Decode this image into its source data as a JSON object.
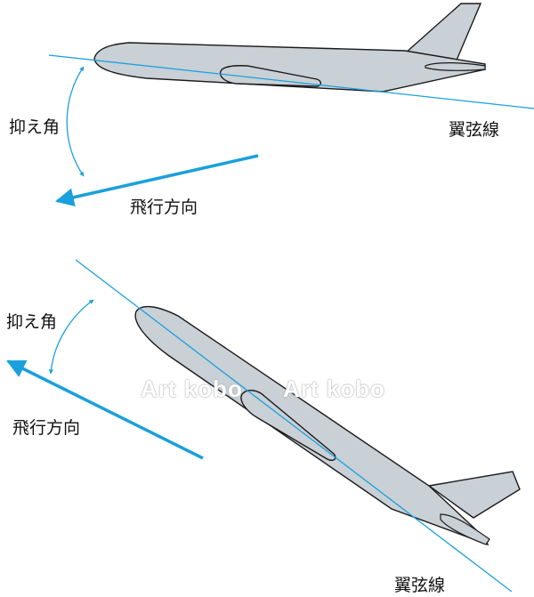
{
  "colors": {
    "line": "#1aa0dc",
    "fuselage": "#c9d0d6",
    "outline": "#1a1a1a",
    "background": "#ffffff"
  },
  "top_diagram": {
    "angle_label": "抑え角",
    "chord_label": "翼弦線",
    "direction_label": "飛行方向"
  },
  "bottom_diagram": {
    "angle_label": "抑え角",
    "chord_label": "翼弦線",
    "direction_label": "飛行方向"
  },
  "watermark": {
    "text_1": "Art kobo",
    "text_2": "Art kobo"
  }
}
